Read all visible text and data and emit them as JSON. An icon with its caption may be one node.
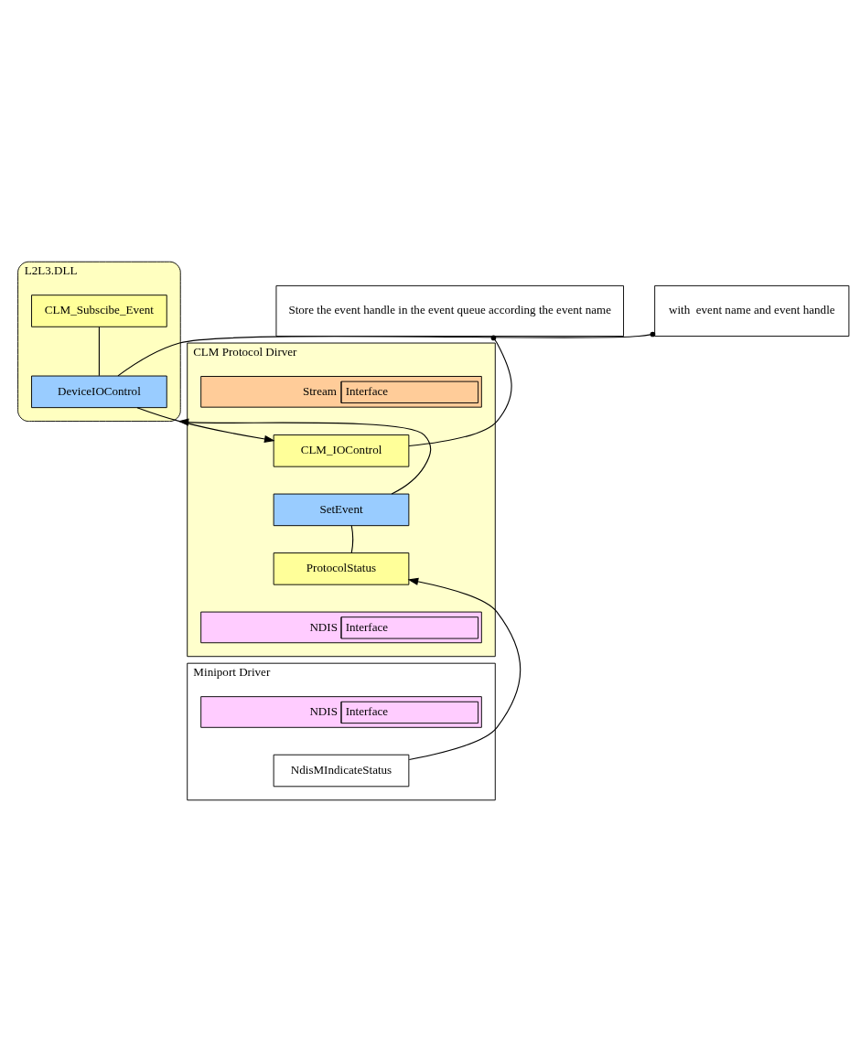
{
  "diagram": {
    "nodes": [
      {
        "text": [
          "L2L3.DLL"
        ]
      },
      {
        "text": [
          "CLM_Subscibe_Event"
        ],
        "in": 0
      },
      {
        "text": [
          "DeviceIOControl"
        ],
        "in": 0
      },
      {
        "text": [
          "with  event name and event handle"
        ]
      },
      {
        "text": [
          "CLM Protocol Dirver"
        ]
      },
      {
        "text": [
          "Stream",
          "Interface"
        ],
        "in": 4
      },
      {
        "text": [
          "CLM_IOControl"
        ],
        "in": 4
      },
      {
        "text": [
          "Store the event handle in the event queue according the event name"
        ]
      },
      {
        "text": [
          "SetEvent"
        ],
        "in": 4
      },
      {
        "text": [
          "ProtocolStatus"
        ],
        "in": 4
      },
      {
        "text": [
          "NDIS",
          "Interface"
        ],
        "in": 4
      },
      {
        "text": [
          "Miniport Driver"
        ]
      },
      {
        "text": [
          "NDIS",
          "Interface"
        ],
        "in": 11
      },
      {
        "text": [
          "NdisMIndicateStatus"
        ],
        "in": 11
      }
    ],
    "edges": [
      {
        "from": 1,
        "to": 2,
        "arrow": "none"
      },
      {
        "from": 3,
        "to": 2,
        "arrow": "other"
      },
      {
        "from": 2,
        "to": 6,
        "arrow": "to"
      },
      {
        "from": 7,
        "to": 6,
        "arrow": "other"
      },
      {
        "from": 9,
        "to": 8,
        "arrow": "none"
      },
      {
        "from": 8,
        "to": 0,
        "arrow": "to"
      },
      {
        "from": 13,
        "to": 9,
        "arrow": "to"
      }
    ]
  }
}
